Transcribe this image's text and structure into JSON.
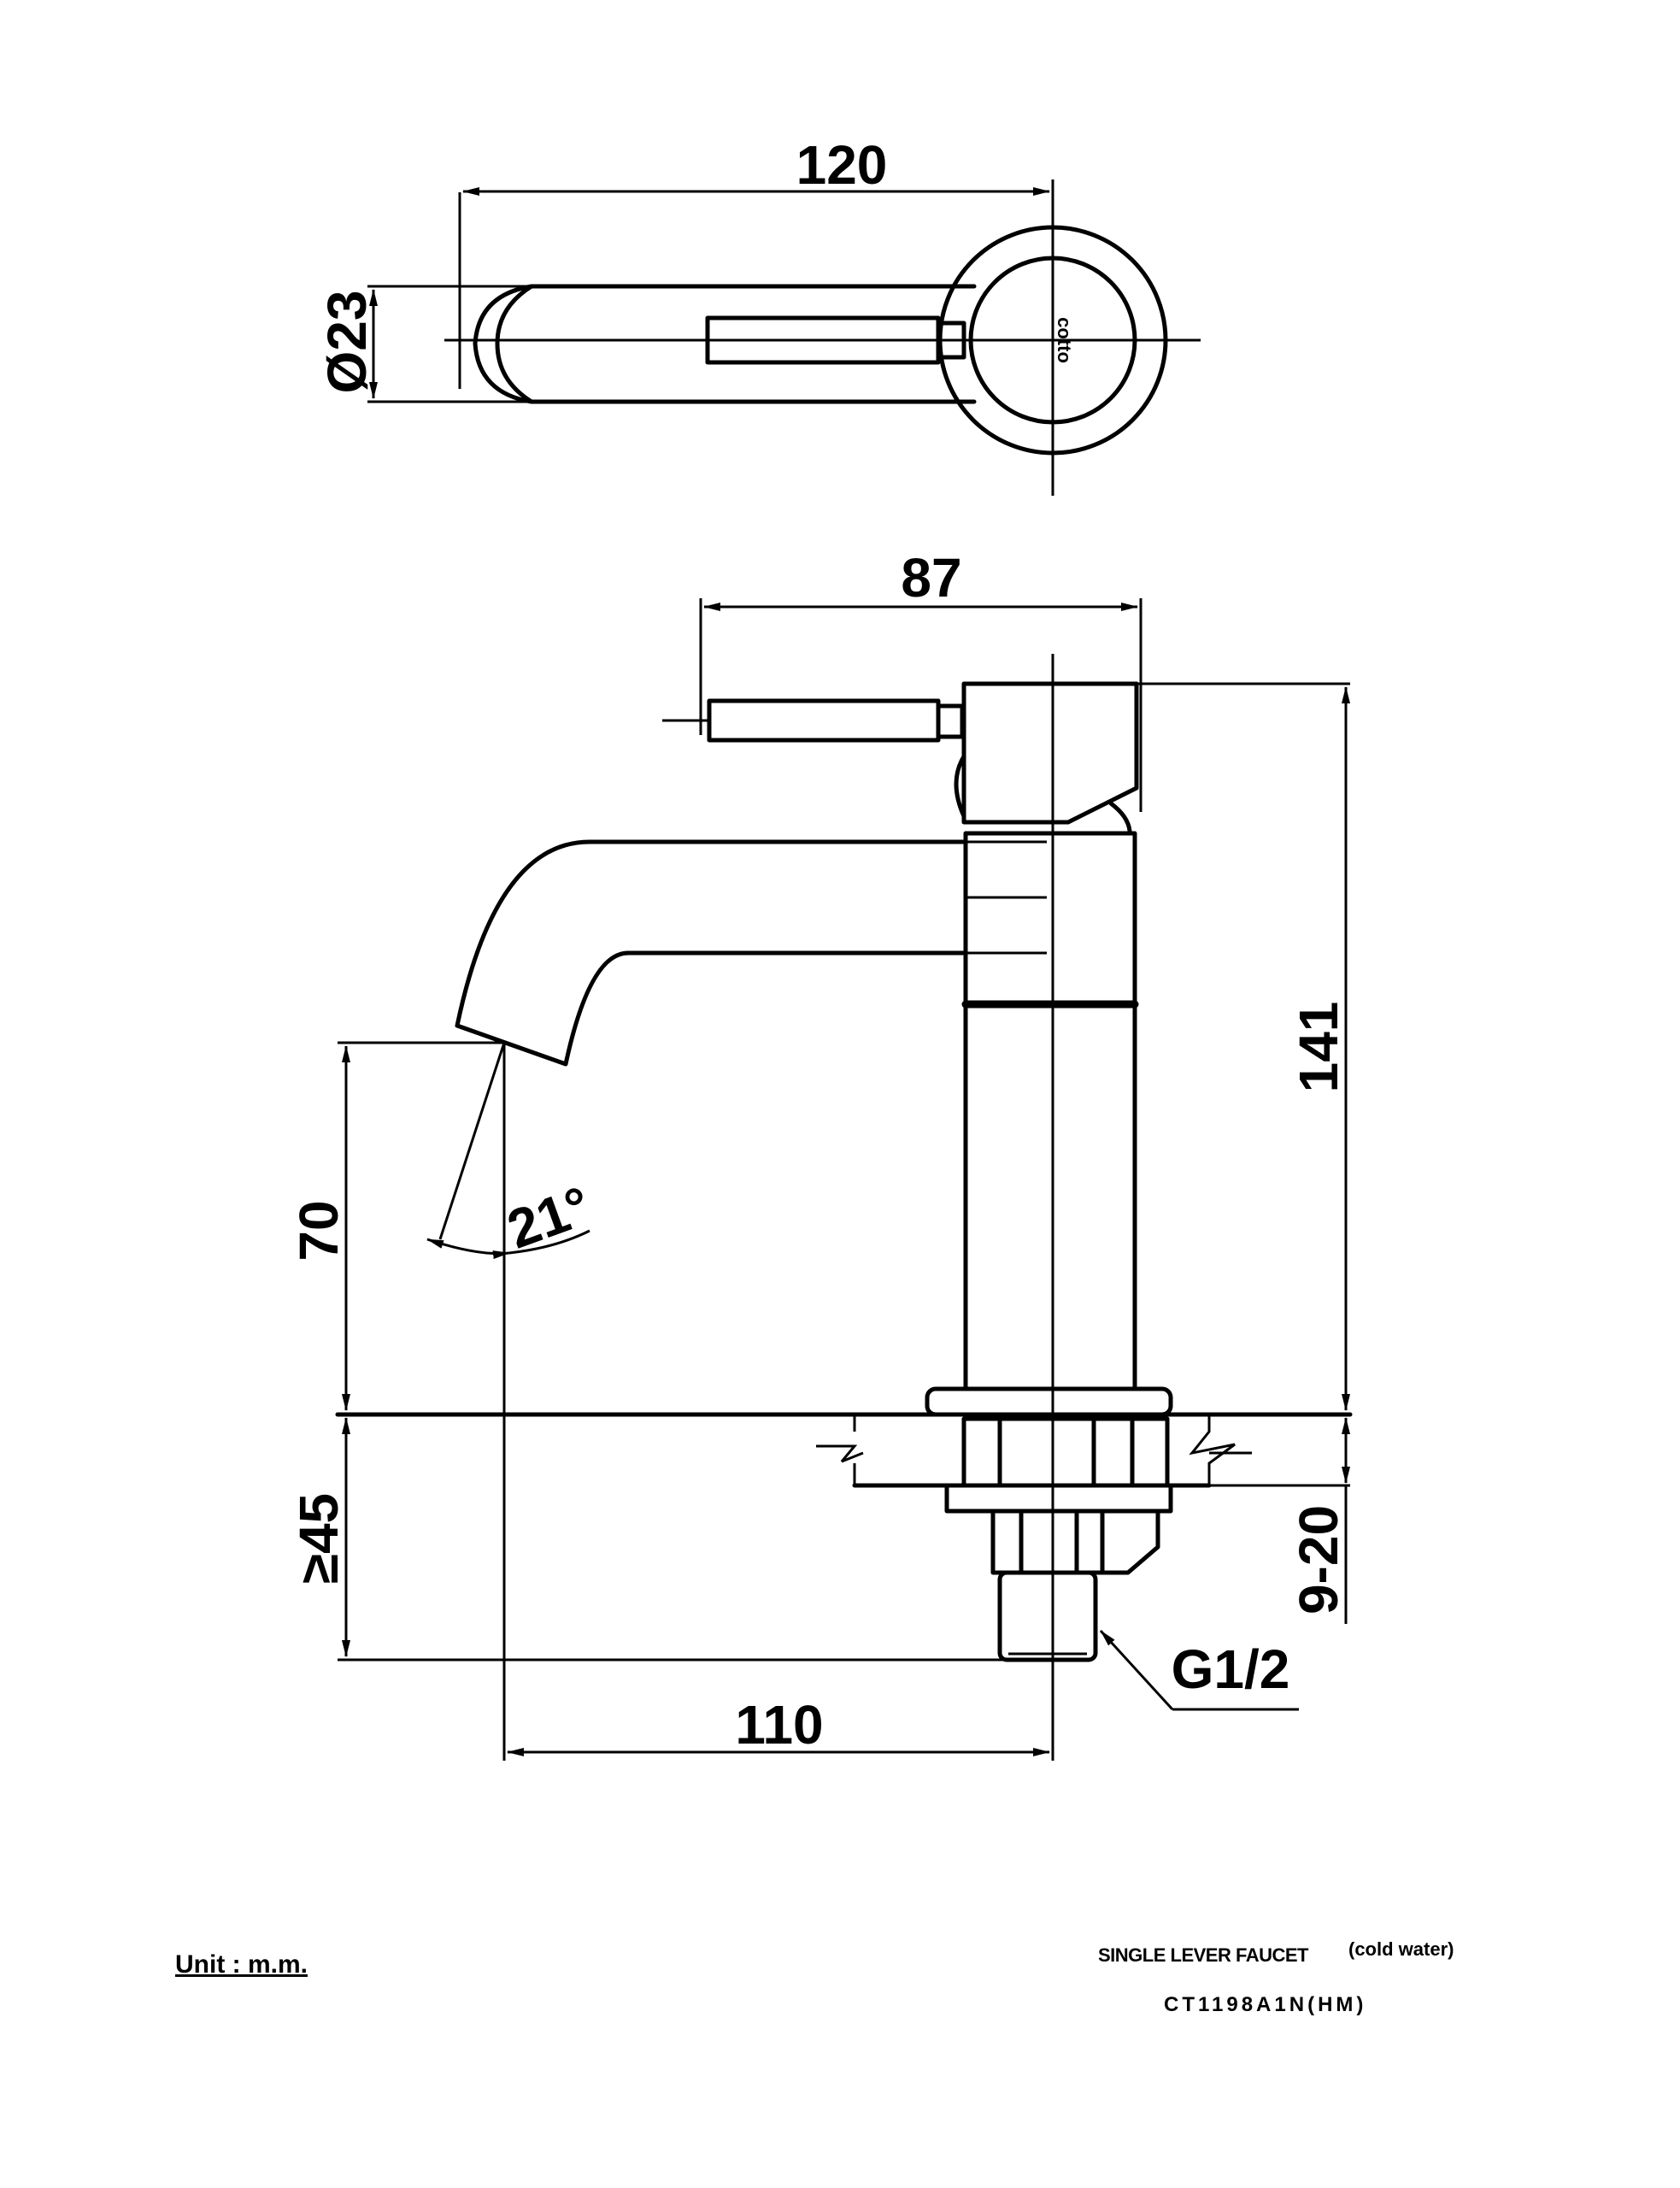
{
  "dimensions": {
    "top_width": "120",
    "top_diameter": "Ø23",
    "lever_length": "87",
    "total_height": "141",
    "spout_height": "70",
    "spout_angle": "21°",
    "below_deck": "≥45",
    "deck_thickness": "9-20",
    "thread": "G1/2",
    "reach": "110"
  },
  "logo": "cotto",
  "title_block": {
    "unit": "Unit : m.m.",
    "product_name": "SINGLE LEVER FAUCET",
    "product_note": "(cold water)",
    "model": "CT1198A1N(HM)"
  }
}
